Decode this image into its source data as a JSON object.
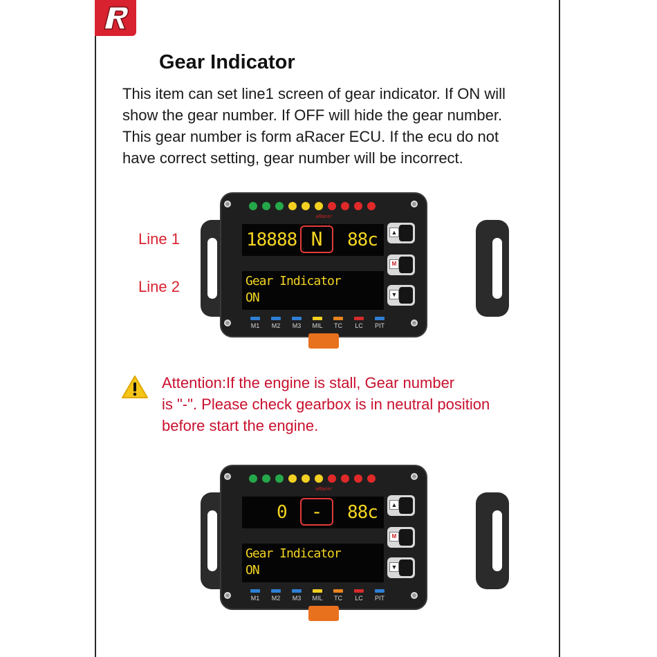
{
  "heading": "Gear Indicator",
  "intro": [
    "This item can set line1 screen of gear indicator. If ON will",
    "show the gear number. If OFF will hide the gear number.",
    "This gear number is form aRacer ECU. If the ecu do not",
    "have correct setting, gear number will be incorrect."
  ],
  "labels": {
    "line1": "Line 1",
    "line2": "Line 2"
  },
  "attention": [
    "Attention:If the engine is stall, Gear number",
    "is \"-\". Please check gearbox is in neutral position",
    "before start the engine."
  ],
  "indicators": [
    "M1",
    "M2",
    "M3",
    "MIL",
    "TC",
    "LC",
    "PIT"
  ],
  "indicator_colors": [
    "#2f7fd4",
    "#2f7fd4",
    "#2f7fd4",
    "#f2d022",
    "#e8841f",
    "#d62b2b",
    "#2f7fd4"
  ],
  "led_colors": [
    "#25a84a",
    "#25a84a",
    "#25a84a",
    "#f2d022",
    "#f2d022",
    "#f2d022",
    "#e02929",
    "#e02929",
    "#e02929",
    "#e02929"
  ],
  "devices": [
    {
      "left_value": "18888",
      "gear": "N",
      "right_value": "88c",
      "line2_title": "Gear Indicator",
      "line2_value": "ON"
    },
    {
      "left_value": "0",
      "gear": "-",
      "right_value": "88c",
      "line2_title": "Gear Indicator",
      "line2_value": "ON"
    }
  ]
}
